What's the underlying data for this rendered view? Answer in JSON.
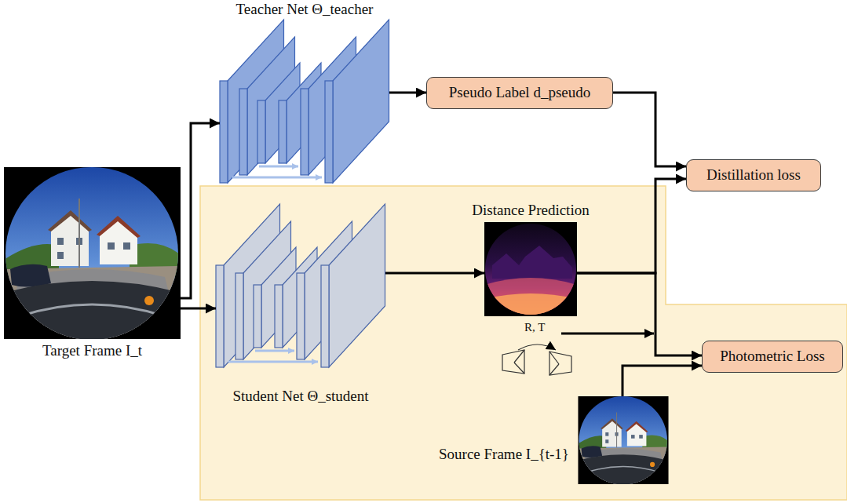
{
  "diagram": {
    "nodes": [
      {
        "text": [
          "Teacher Net Θ_teacher"
        ]
      },
      {
        "text": [
          "Pseudo Label d_pseudo"
        ]
      },
      {
        "text": [
          "Target Frame I_t"
        ]
      },
      {
        "text": [
          "Distillation loss"
        ]
      },
      {
        "text": [
          "Distance Prediction"
        ]
      },
      {
        "text": [
          "Student Net Θ_student"
        ]
      },
      {
        "text": [
          "Photometric Loss"
        ]
      },
      {
        "text": [
          "Source Frame I_{t-1}"
        ]
      }
    ],
    "edges": [
      {
        "from": 2,
        "to": 0,
        "arrow": "to"
      },
      {
        "from": 2,
        "to": 5,
        "arrow": "to"
      },
      {
        "from": 0,
        "to": 1,
        "arrow": "to"
      },
      {
        "from": 5,
        "to": 4,
        "arrow": "to"
      },
      {
        "from": 1,
        "to": 3,
        "arrow": "to"
      },
      {
        "from": 4,
        "to": 3,
        "arrow": "to"
      },
      {
        "from": 4,
        "to": 6,
        "arrow": "to"
      },
      {
        "from": 7,
        "to": 6,
        "arrow": "to"
      }
    ],
    "labels": [
      "R, T"
    ]
  }
}
